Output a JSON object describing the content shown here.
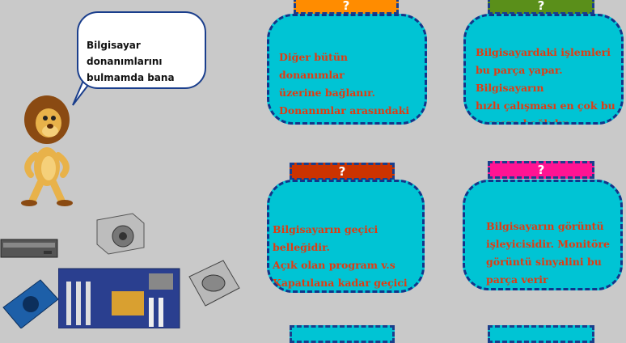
{
  "speech": {
    "text": "Bilgisayar donanımlarını\nbulmamda bana\nyardımcı\nolurmusun ?"
  },
  "cards": [
    {
      "mark": "?",
      "tag_color": "#ff8c00",
      "text": "Diğer bütün donanımlar\nüzerine bağlanır.\nDonanımlar arasındaki\n iletişimi sağlar"
    },
    {
      "mark": "?",
      "tag_color": "#5a8f1a",
      "text": "Bilgisayardaki işlemleri\nbu parça yapar.\nBilgisayarın\nhızlı çalışması en çok bu\nparçaya bağlıdır."
    },
    {
      "mark": "?",
      "tag_color": "#cc3300",
      "text": "Bilgisayarın geçici belleğidir.\nAçık olan program v.s\nKapatılana kadar geçici\nolarak bu parçada tutulur"
    },
    {
      "mark": "?",
      "tag_color": "#ff1493",
      "text": "Bilgisayarın görüntü\nişleyicisidir. Monitöre\ngörüntü sinyalini bu\nparça verir"
    }
  ]
}
